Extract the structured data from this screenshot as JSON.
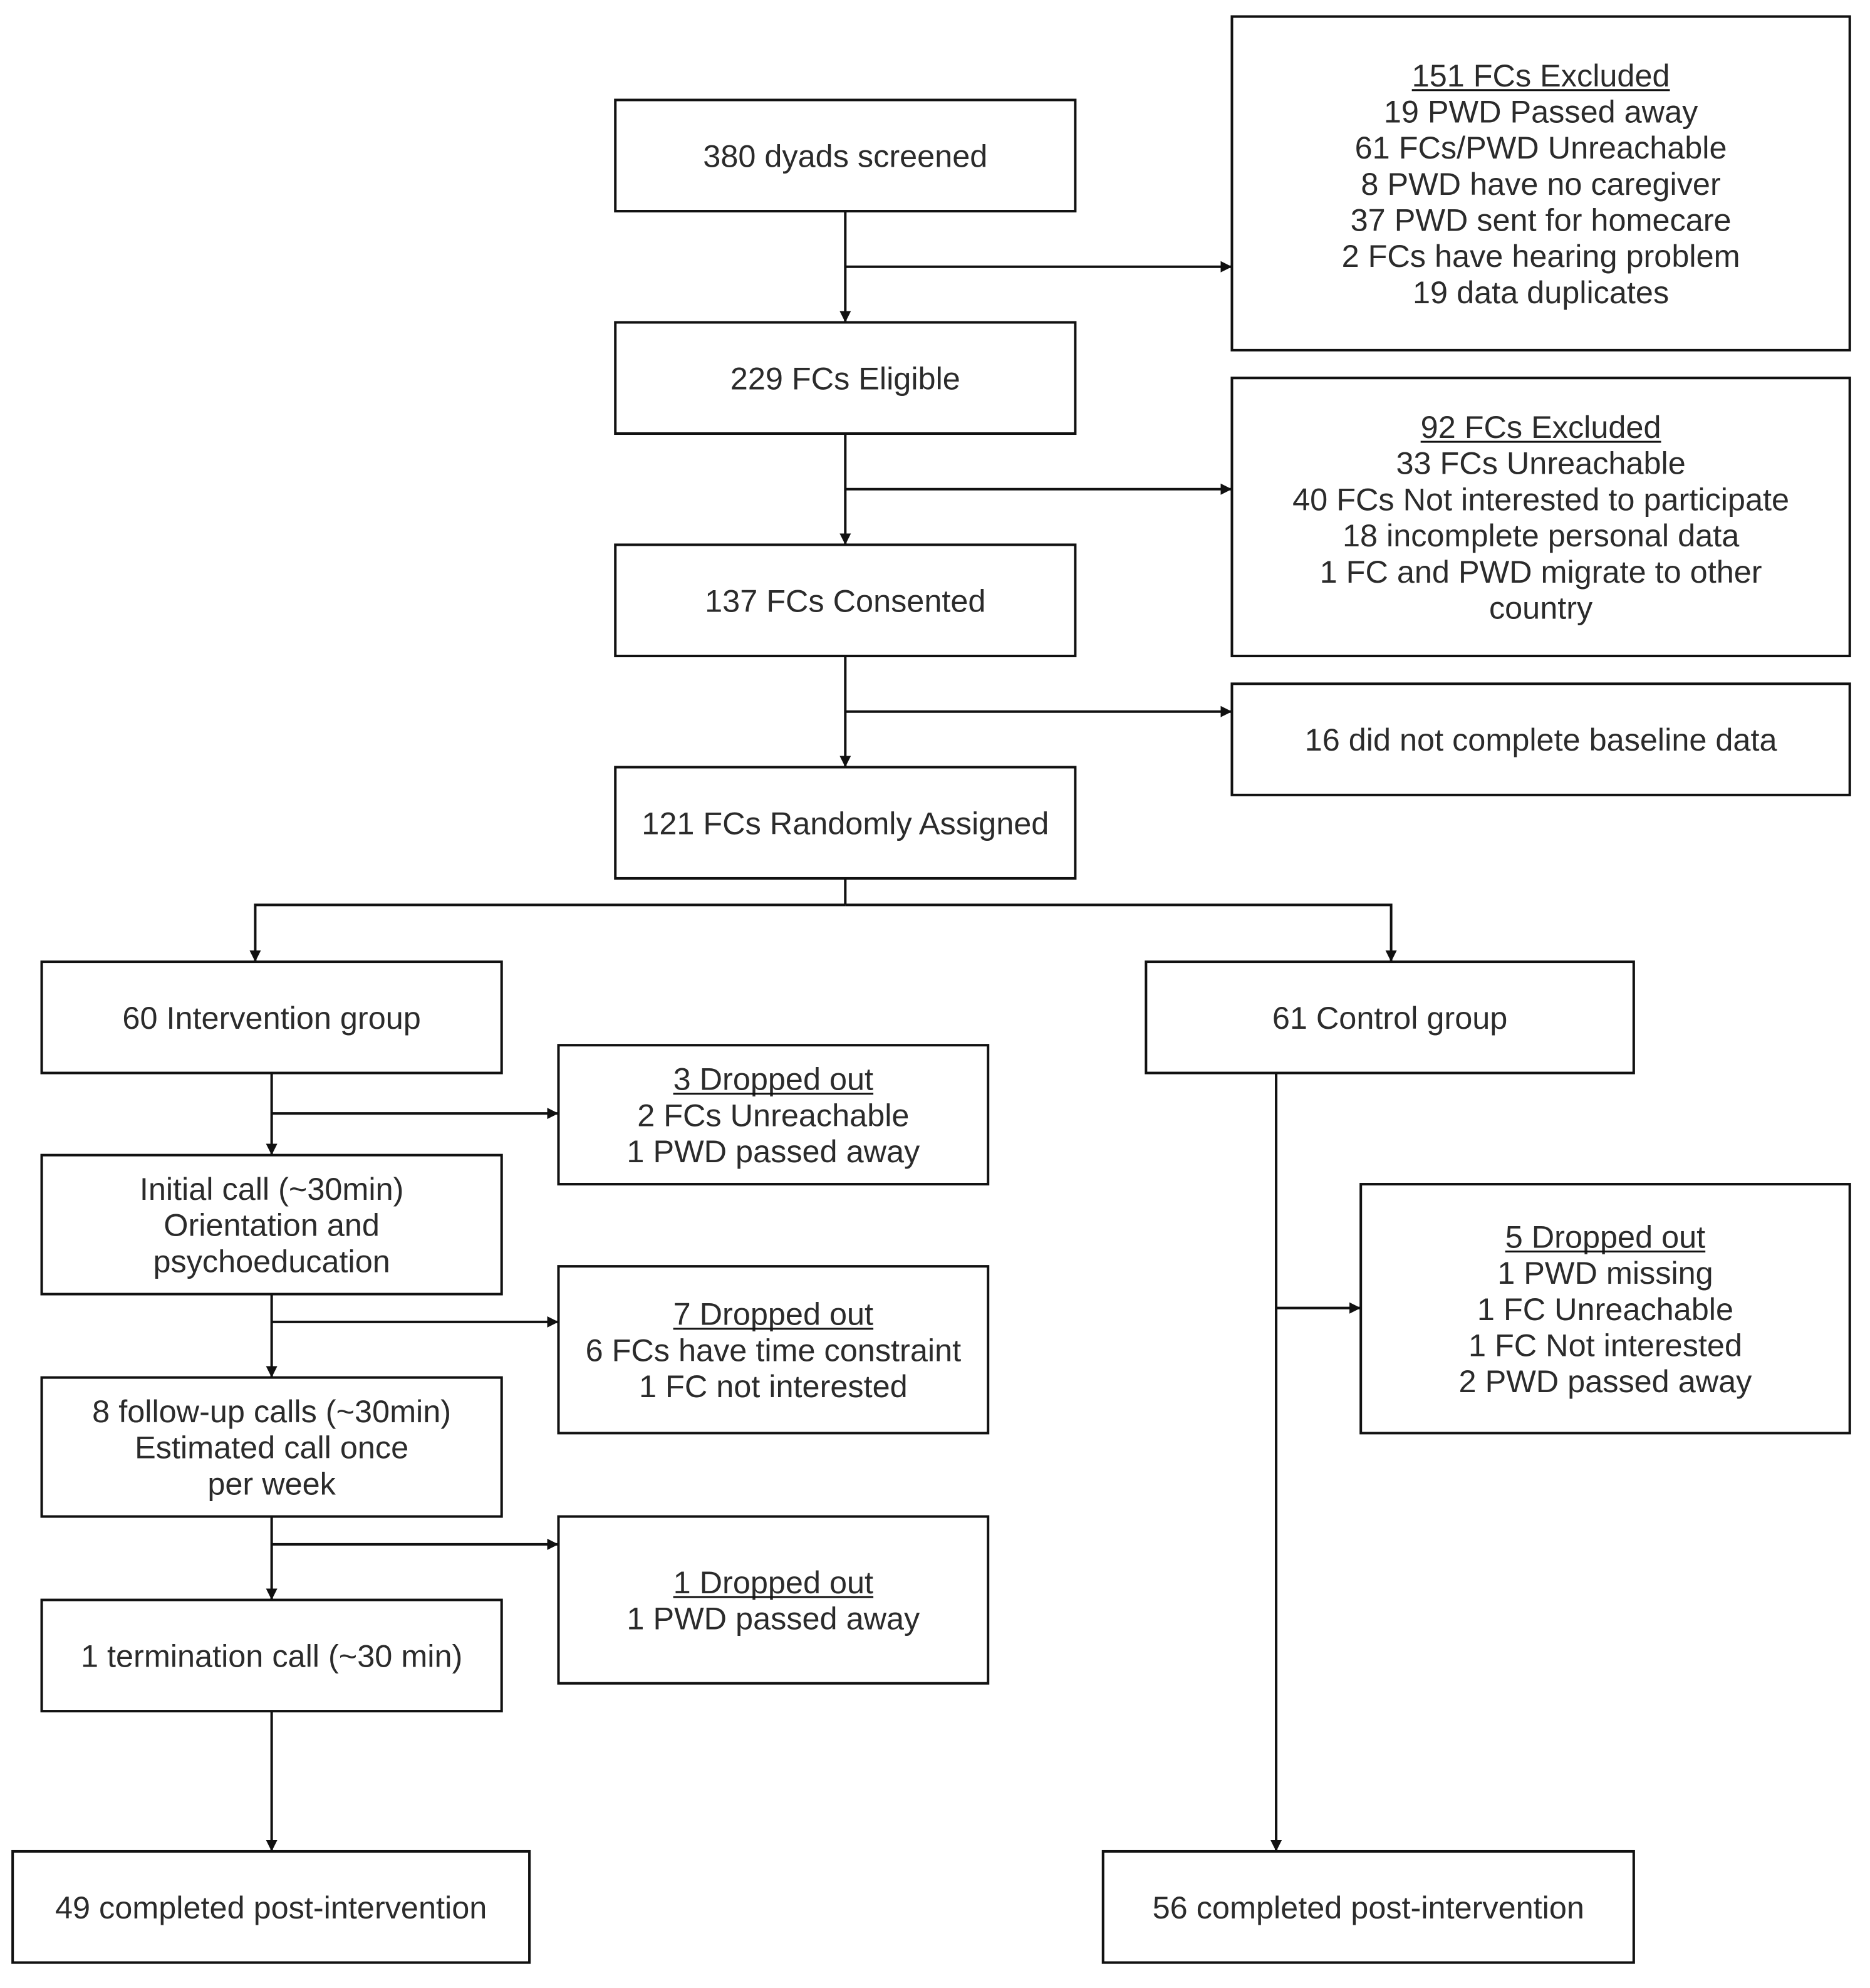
{
  "boxes": {
    "screened": {
      "lines": [
        "380 dyads screened"
      ]
    },
    "excluded1": {
      "heading": "151 FCs Excluded",
      "lines": [
        "19 PWD Passed away",
        "61 FCs/PWD Unreachable",
        "8 PWD have no caregiver",
        "37 PWD sent for homecare",
        "2 FCs have hearing problem",
        "19 data duplicates"
      ]
    },
    "eligible": {
      "lines": [
        "229 FCs Eligible"
      ]
    },
    "excluded2": {
      "heading": "92 FCs Excluded",
      "lines": [
        "33 FCs Unreachable",
        "40 FCs Not interested to participate",
        "18 incomplete personal data",
        "1 FC and PWD migrate to other",
        "country"
      ]
    },
    "consented": {
      "lines": [
        "137 FCs Consented"
      ]
    },
    "baseline": {
      "lines": [
        "16 did not complete baseline data"
      ]
    },
    "randomized": {
      "lines": [
        "121 FCs Randomly Assigned"
      ]
    },
    "intervention": {
      "lines": [
        "60 Intervention group"
      ]
    },
    "control": {
      "lines": [
        "61 Control group"
      ]
    },
    "dropout3": {
      "heading": "3 Dropped out",
      "lines": [
        "2 FCs Unreachable",
        "1 PWD passed away"
      ]
    },
    "initial_call": {
      "lines": [
        "Initial call (~30min)",
        "Orientation and",
        "psychoeducation"
      ]
    },
    "dropout7": {
      "heading": "7 Dropped out",
      "lines": [
        "6 FCs have time constraint",
        "1 FC not interested"
      ]
    },
    "followup_calls": {
      "lines": [
        "8 follow-up calls (~30min)",
        "Estimated call once",
        "per week"
      ]
    },
    "dropout1": {
      "heading": "1 Dropped out",
      "lines": [
        "1 PWD passed away"
      ]
    },
    "termination_call": {
      "lines": [
        "1 termination call (~30 min)"
      ]
    },
    "completed_intervention": {
      "lines": [
        "49 completed post-intervention"
      ]
    },
    "dropout5": {
      "heading": "5 Dropped out",
      "lines": [
        "1 PWD missing",
        "1 FC Unreachable",
        "1 FC Not interested",
        "2 PWD passed away"
      ]
    },
    "completed_control": {
      "lines": [
        "56 completed post-intervention"
      ]
    }
  }
}
